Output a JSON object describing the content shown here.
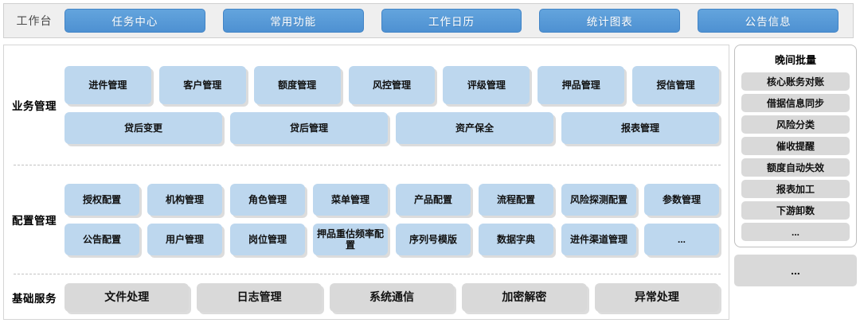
{
  "header": {
    "workbench_label": "工作台",
    "buttons": [
      {
        "label": "任务中心"
      },
      {
        "label": "常用功能"
      },
      {
        "label": "工作日历"
      },
      {
        "label": "统计图表"
      },
      {
        "label": "公告信息"
      }
    ]
  },
  "sections": {
    "business": {
      "label": "业务管理",
      "row1": [
        {
          "label": "进件管理"
        },
        {
          "label": "客户管理"
        },
        {
          "label": "额度管理"
        },
        {
          "label": "风控管理"
        },
        {
          "label": "评级管理"
        },
        {
          "label": "押品管理"
        },
        {
          "label": "授信管理"
        }
      ],
      "row2": [
        {
          "label": "贷后变更"
        },
        {
          "label": "贷后管理"
        },
        {
          "label": "资产保全"
        },
        {
          "label": "报表管理"
        }
      ]
    },
    "config": {
      "label": "配置管理",
      "row1": [
        {
          "label": "授权配置"
        },
        {
          "label": "机构管理"
        },
        {
          "label": "角色管理"
        },
        {
          "label": "菜单管理"
        },
        {
          "label": "产品配置"
        },
        {
          "label": "流程配置"
        },
        {
          "label": "风险探测配置"
        },
        {
          "label": "参数管理"
        }
      ],
      "row2": [
        {
          "label": "公告配置"
        },
        {
          "label": "用户管理"
        },
        {
          "label": "岗位管理"
        },
        {
          "label": "押品重估频率配置"
        },
        {
          "label": "序列号模版"
        },
        {
          "label": "数据字典"
        },
        {
          "label": "进件渠道管理"
        },
        {
          "label": "..."
        }
      ]
    },
    "basic": {
      "label": "基础服务",
      "row1": [
        {
          "label": "文件处理"
        },
        {
          "label": "日志管理"
        },
        {
          "label": "系统通信"
        },
        {
          "label": "加密解密"
        },
        {
          "label": "异常处理"
        }
      ]
    }
  },
  "side_panel": {
    "batch": {
      "title": "晚间批量",
      "items": [
        {
          "label": "核心账务对账"
        },
        {
          "label": "借据信息同步"
        },
        {
          "label": "风险分类"
        },
        {
          "label": "催收提醒"
        },
        {
          "label": "额度自动失效"
        },
        {
          "label": "报表加工"
        },
        {
          "label": "下游卸数"
        },
        {
          "label": "..."
        }
      ]
    },
    "more_label": "..."
  },
  "colors": {
    "header_button": "#4e91d2",
    "header_bar_bg": "#efefef",
    "tile_blue": "#bdd7ee",
    "tile_grey": "#d9d9d9",
    "tile_shadow": "#dcdcdc"
  }
}
